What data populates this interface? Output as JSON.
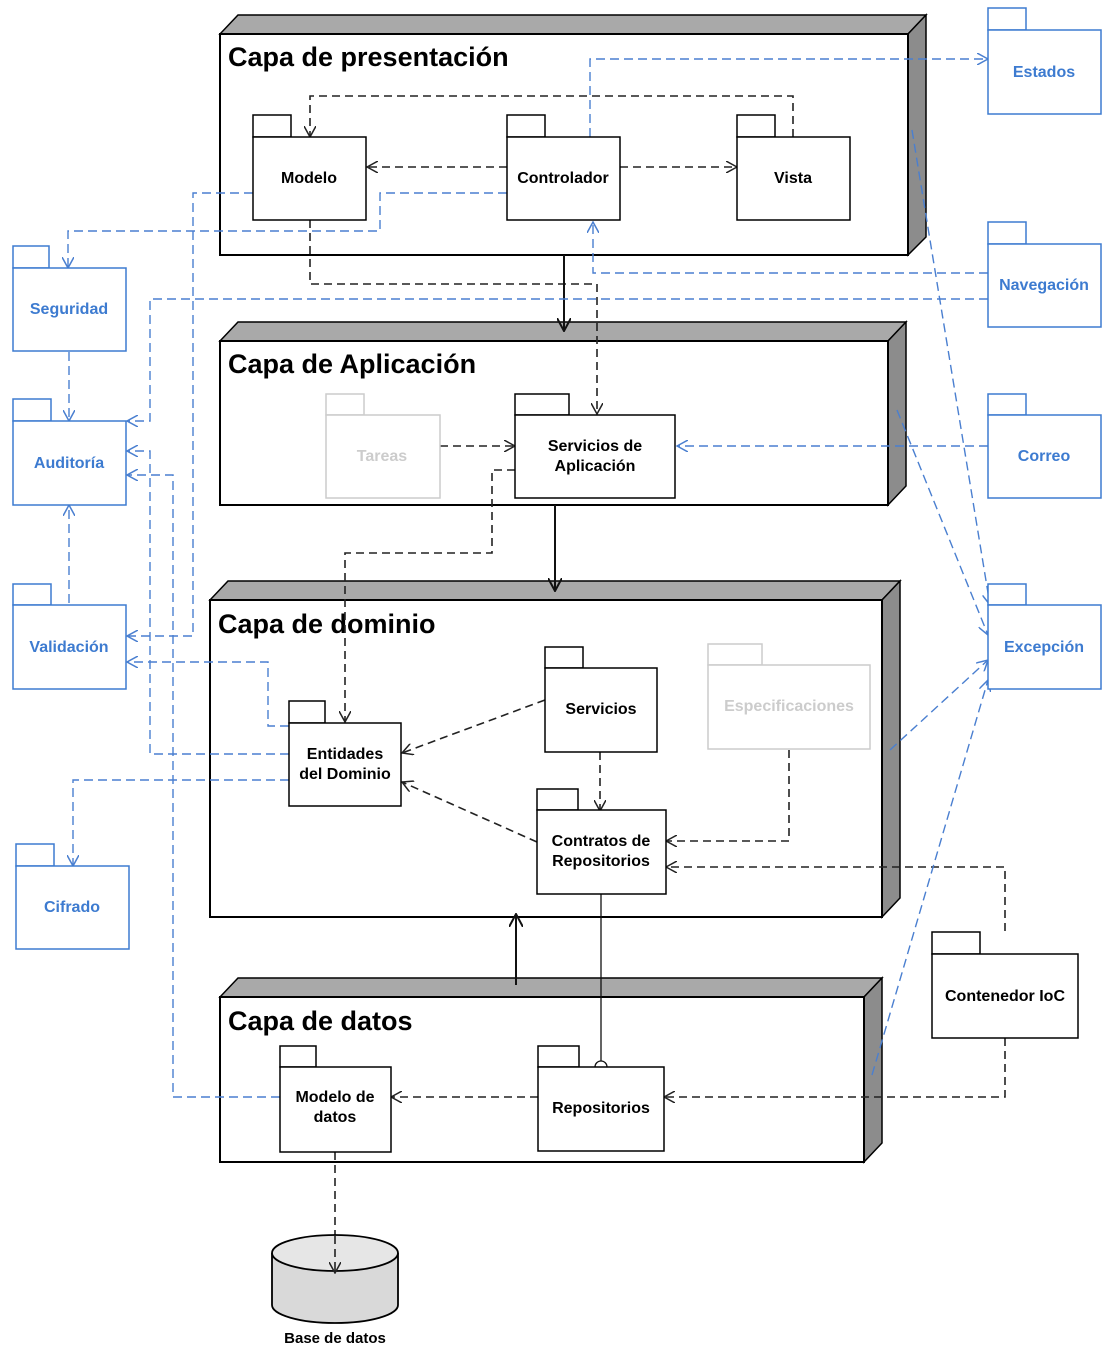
{
  "layers": {
    "presentacion": "Capa de presentación",
    "aplicacion": "Capa de Aplicación",
    "dominio": "Capa de dominio",
    "datos": "Capa de datos"
  },
  "packages": {
    "modelo": "Modelo",
    "controlador": "Controlador",
    "vista": "Vista",
    "tareas": "Tareas",
    "servicios_aplicacion": [
      "Servicios de",
      "Aplicación"
    ],
    "servicios": "Servicios",
    "especificaciones": "Especificaciones",
    "entidades": [
      "Entidades",
      "del Dominio"
    ],
    "contratos": [
      "Contratos de",
      "Repositorios"
    ],
    "modelo_datos": [
      "Modelo de",
      "datos"
    ],
    "repositorios": "Repositorios",
    "contenedor_ioc": "Contenedor IoC"
  },
  "cross_cutting": {
    "estados": "Estados",
    "navegacion": "Navegación",
    "correo": "Correo",
    "excepcion": "Excepción",
    "seguridad": "Seguridad",
    "auditoria": "Auditoría",
    "validacion": "Validación",
    "cifrado": "Cifrado"
  },
  "database": {
    "label": "Base de datos"
  },
  "colors": {
    "cross_cutting": "#3d7bd0",
    "inactive": "#cccccc",
    "layer_shade": "#8c8c8c"
  }
}
